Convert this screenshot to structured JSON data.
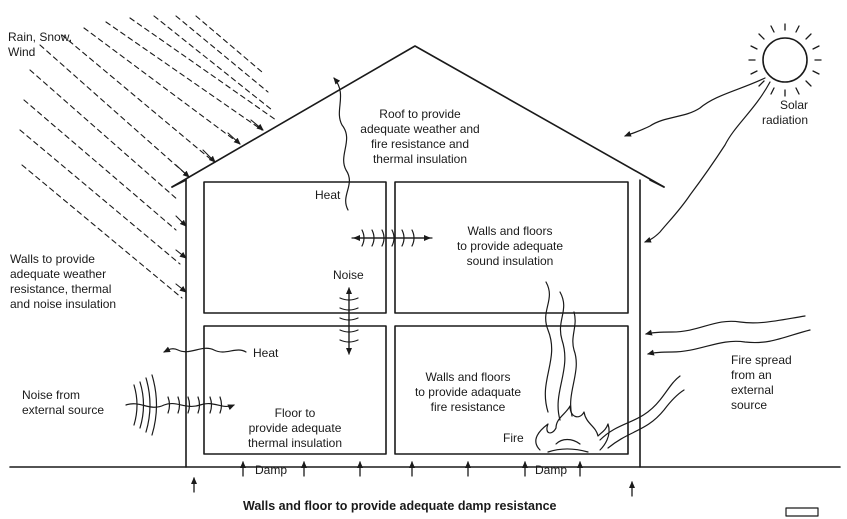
{
  "diagram": {
    "labels": {
      "rain_snow_wind": "Rain, Snow,\nWind",
      "solar_radiation": "Solar\nradiation",
      "roof": "Roof to provide\nadequate weather and\nfire resistance and\nthermal insulation",
      "heat_upper": "Heat",
      "walls_floors_sound": "Walls and floors\nto provide adequate\nsound insulation",
      "noise_interior": "Noise",
      "walls_weather": "Walls to provide\nadequate weather\nresistance, thermal\nand noise insulation",
      "heat_lower": "Heat",
      "walls_floors_fire": "Walls and floors\nto provide adaquate\nfire resistance",
      "fire_spread": "Fire spread\nfrom an\nexternal\nsource",
      "noise_external": "Noise from\nexternal source",
      "floor_thermal": "Floor to\nprovide adequate\nthermal insulation",
      "fire": "Fire",
      "damp_left": "Damp",
      "damp_right": "Damp",
      "bottom_caption": "Walls and floor to provide adequate damp resistance"
    },
    "colors": {
      "ink": "#1a1a1a",
      "background": "#ffffff"
    }
  }
}
